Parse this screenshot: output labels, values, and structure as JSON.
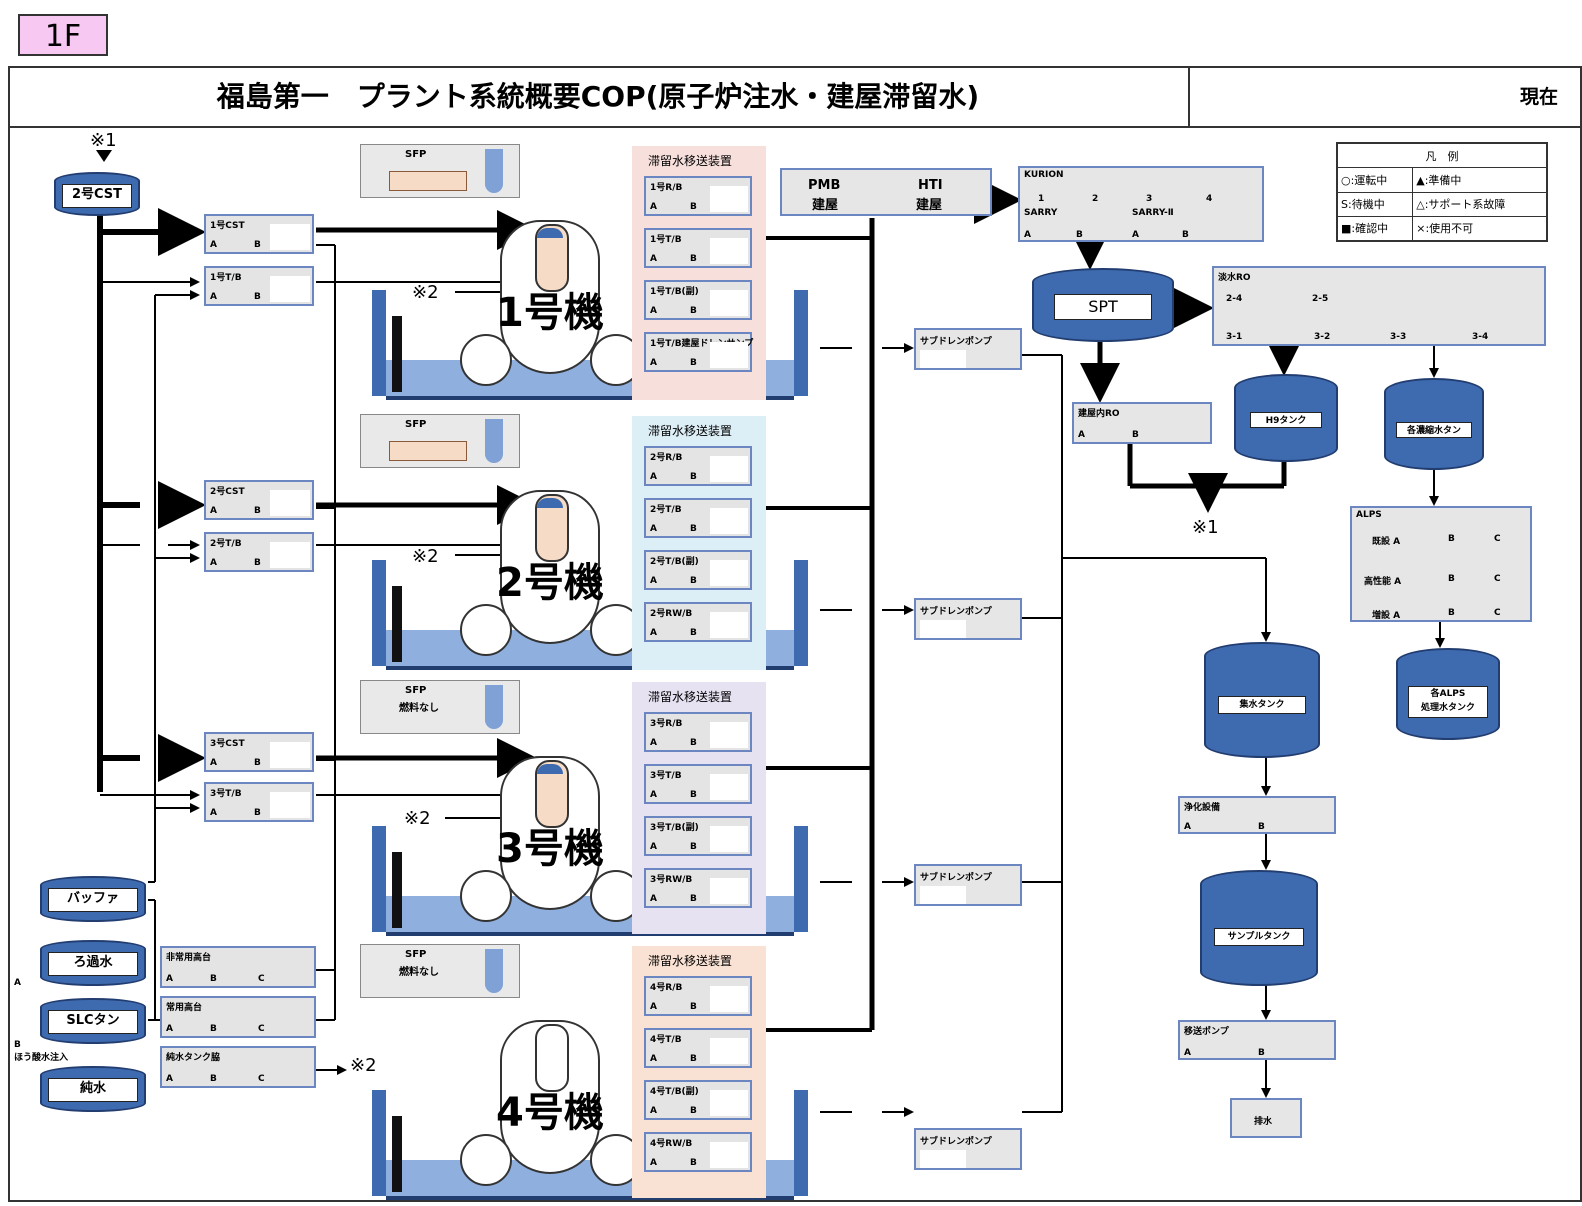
{
  "header": {
    "tag": "1F",
    "title": "福島第一　プラント系統概要COP(原子炉注水・建屋滞留水)",
    "now": "現在"
  },
  "legend": {
    "title": "凡　例",
    "rows": [
      [
        "○:運転中",
        "▲:準備中"
      ],
      [
        "S:待機中",
        "△:サポート系故障"
      ],
      [
        "■:確認中",
        "×:使用不可"
      ]
    ]
  },
  "marks": {
    "m1": "※1",
    "m2": "※2"
  },
  "sources": {
    "cst2": "2号CST",
    "buffer": "バッファ",
    "filtered": "ろ過水",
    "slc": "SLCタン",
    "pure": "純水",
    "a_side": "A",
    "b_boric": "B",
    "boric_inj": "ほう酸水注入"
  },
  "injection": [
    {
      "rows": [
        [
          "1号CST",
          "A",
          "B"
        ],
        [
          "1号T/B",
          "A",
          "B"
        ]
      ]
    },
    {
      "rows": [
        [
          "2号CST",
          "A",
          "B"
        ],
        [
          "2号T/B",
          "A",
          "B"
        ]
      ]
    },
    {
      "rows": [
        [
          "3号CST",
          "A",
          "B"
        ],
        [
          "3号T/B",
          "A",
          "B"
        ]
      ]
    }
  ],
  "feeds": [
    {
      "name": "非常用高台",
      "cols": [
        "A",
        "B",
        "C"
      ]
    },
    {
      "name": "常用高台",
      "cols": [
        "A",
        "B",
        "C"
      ]
    },
    {
      "name": "純水タンク脇",
      "cols": [
        "A",
        "B",
        "C"
      ]
    }
  ],
  "units": [
    {
      "name": "1号機",
      "sfp": "SFP",
      "sfp_sub": "",
      "tr_title": "滞留水移送装置",
      "tr": [
        "1号R/B",
        "1号T/B",
        "1号T/B(副)",
        "1号T/B建屋ドレンサンプ"
      ],
      "subdrain": "サブドレンポンプ"
    },
    {
      "name": "2号機",
      "sfp": "SFP",
      "sfp_sub": "",
      "tr_title": "滞留水移送装置",
      "tr": [
        "2号R/B",
        "2号T/B",
        "2号T/B(副)",
        "2号RW/B"
      ],
      "subdrain": "サブドレンポンプ"
    },
    {
      "name": "3号機",
      "sfp": "SFP",
      "sfp_sub": "燃料なし",
      "tr_title": "滞留水移送装置",
      "tr": [
        "3号R/B",
        "3号T/B",
        "3号T/B(副)",
        "3号RW/B"
      ],
      "subdrain": "サブドレンポンプ"
    },
    {
      "name": "4号機",
      "sfp": "SFP",
      "sfp_sub": "燃料なし",
      "tr_title": "滞留水移送装置",
      "tr": [
        "4号R/B",
        "4号T/B",
        "4号T/B(副)",
        "4号RW/B"
      ],
      "subdrain": "サブドレンポンプ"
    }
  ],
  "ab": {
    "a": "A",
    "b": "B",
    "c": "C"
  },
  "treatment": {
    "pmb": "PMB",
    "pmb2": "建屋",
    "hti": "HTI",
    "hti2": "建屋",
    "kurion": "KURION",
    "kurion_cols": [
      "1",
      "2",
      "3",
      "4"
    ],
    "sarry": "SARRY",
    "sarry2": "SARRY-Ⅱ",
    "spt": "SPT",
    "ro": "淡水RO",
    "ro_top": [
      "2-4",
      "2-5"
    ],
    "ro_bottom": [
      "3-1",
      "3-2",
      "3-3",
      "3-4"
    ],
    "bro": "建屋内RO",
    "h9": "H9タンク",
    "conc": "各濃縮水タン",
    "alps": "ALPS",
    "alps_rows": [
      "既設 A",
      "高性能 A",
      "増設 A"
    ],
    "alps_treated": [
      "各ALPS",
      "処理水タンク"
    ],
    "collect": "集水タンク",
    "purify": "浄化設備",
    "sample": "サンプルタンク",
    "transfer": "移送ポンプ",
    "discharge": "排水"
  },
  "colors": {
    "tank": "#3e6bb0",
    "panel1": "#f7e0dc",
    "panel2": "#dceef6",
    "panel3": "#e6e2f2",
    "panel4": "#f9e2d3",
    "water": "#8fb0df"
  }
}
